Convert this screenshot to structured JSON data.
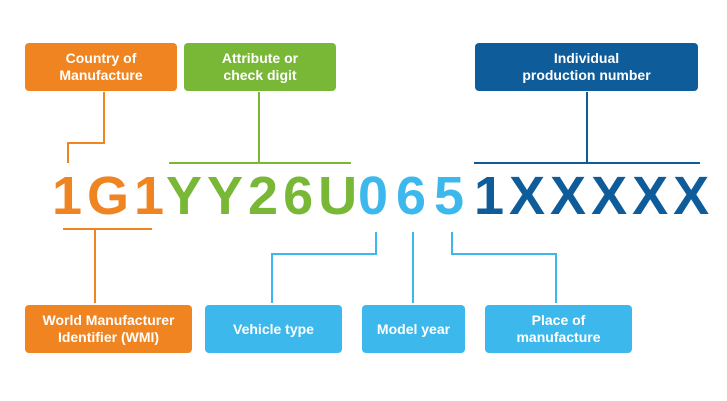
{
  "colors": {
    "orange": "#ef8421",
    "green": "#79b737",
    "light_blue": "#3db8ec",
    "dark_blue": "#0f5c9a"
  },
  "labels": {
    "country": "Country of\nManufacture",
    "attribute": "Attribute or\ncheck digit",
    "production": "Individual\nproduction number",
    "wmi": "World Manufacturer\nIdentifier (WMI)",
    "vehicle_type": "Vehicle type",
    "model_year": "Model year",
    "place": "Place of\nmanufacture"
  },
  "vin": {
    "wmi": "1G1",
    "attribute": "YY26U",
    "vehicle_type": "0",
    "model_year": "6",
    "place": "5",
    "production": "1XXXXX"
  }
}
